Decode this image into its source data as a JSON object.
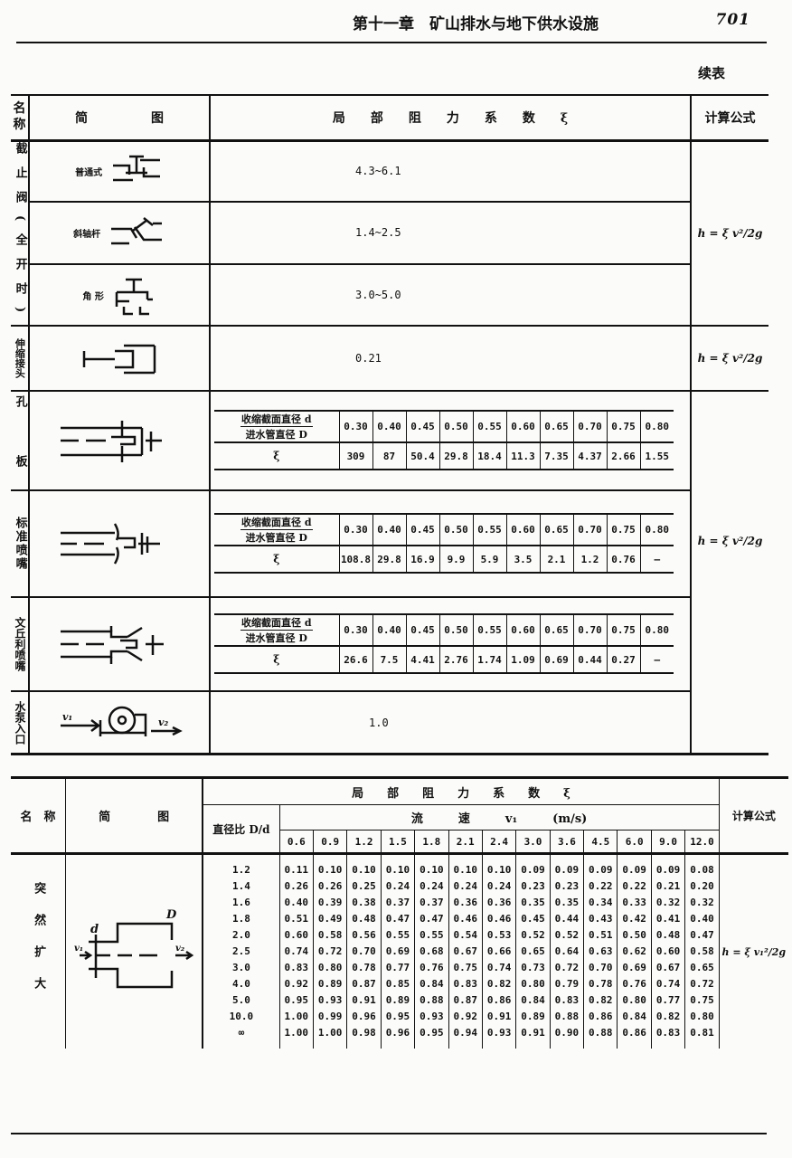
{
  "header": {
    "chapter": "第十一章　矿山排水与地下供水设施",
    "page_number": "701"
  },
  "continued": "续表",
  "table1": {
    "headers": {
      "name": "名称",
      "diagram": "简　　　　　图",
      "coef": "局　　部　　阻　　力　　系　　数　　ξ",
      "formula": "计算公式"
    },
    "groups": [
      {
        "name": "截止阀(全开时)",
        "rows": [
          {
            "label": "普通式",
            "icon": "globe-valve-icon",
            "coef": "4.3~6.1"
          },
          {
            "label": "斜轴杆",
            "icon": "oblique-valve-icon",
            "coef": "1.4~2.5"
          },
          {
            "label": "角 形",
            "icon": "angle-valve-icon",
            "coef": "3.0~5.0"
          }
        ],
        "formula": "h = ξ v²/2g"
      },
      {
        "name": "伸缩接头",
        "rows": [
          {
            "label": "",
            "icon": "expansion-joint-icon",
            "coef": "0.21"
          }
        ],
        "formula": "h = ξ v²/2g"
      }
    ],
    "ratio_label_num": "收缩截面直径 d",
    "ratio_label_den": "进水管直径 D",
    "xi_label": "ξ",
    "ratios": [
      "0.30",
      "0.40",
      "0.45",
      "0.50",
      "0.55",
      "0.60",
      "0.65",
      "0.70",
      "0.75",
      "0.80"
    ],
    "orifice": {
      "name": "孔　板",
      "icon": "orifice-plate-icon",
      "xi": [
        "309",
        "87",
        "50.4",
        "29.8",
        "18.4",
        "11.3",
        "7.35",
        "4.37",
        "2.66",
        "1.55"
      ]
    },
    "nozzle": {
      "name": "标准喷嘴",
      "icon": "standard-nozzle-icon",
      "xi": [
        "108.8",
        "29.8",
        "16.9",
        "9.9",
        "5.9",
        "3.5",
        "2.1",
        "1.2",
        "0.76",
        "—"
      ]
    },
    "venturi": {
      "name": "文丘利喷嘴",
      "icon": "venturi-nozzle-icon",
      "xi": [
        "26.6",
        "7.5",
        "4.41",
        "2.76",
        "1.74",
        "1.09",
        "0.69",
        "0.44",
        "0.27",
        "—"
      ]
    },
    "pump": {
      "name": "水泵入口",
      "icon": "pump-inlet-icon",
      "v1": "v₁",
      "v2": "v₂",
      "coef": "1.0"
    },
    "orifice_group_formula": "h = ξ v²/2g"
  },
  "table2": {
    "headers": {
      "name": "名　称",
      "diagram": "简　　　　图",
      "coef": "局　　部　　阻　　力　　系　　数　　ξ",
      "ratio": "直径比 D/d",
      "velocity": "流　　　速　　　v₁　　　(m/s)",
      "formula": "计算公式"
    },
    "velocities": [
      "0.6",
      "0.9",
      "1.2",
      "1.5",
      "1.8",
      "2.1",
      "2.4",
      "3.0",
      "3.6",
      "4.5",
      "6.0",
      "9.0",
      "12.0"
    ],
    "name": "突然扩大",
    "icon": "sudden-expansion-icon",
    "diagram_labels": {
      "d": "d",
      "D": "D",
      "v1": "v₁",
      "v2": "v₂"
    },
    "ratios": [
      "1.2",
      "1.4",
      "1.6",
      "1.8",
      "2.0",
      "2.5",
      "3.0",
      "4.0",
      "5.0",
      "10.0",
      "∞"
    ],
    "rows": [
      [
        "0.11",
        "0.10",
        "0.10",
        "0.10",
        "0.10",
        "0.10",
        "0.10",
        "0.09",
        "0.09",
        "0.09",
        "0.09",
        "0.09",
        "0.08"
      ],
      [
        "0.26",
        "0.26",
        "0.25",
        "0.24",
        "0.24",
        "0.24",
        "0.24",
        "0.23",
        "0.23",
        "0.22",
        "0.22",
        "0.21",
        "0.20"
      ],
      [
        "0.40",
        "0.39",
        "0.38",
        "0.37",
        "0.37",
        "0.36",
        "0.36",
        "0.35",
        "0.35",
        "0.34",
        "0.33",
        "0.32",
        "0.32"
      ],
      [
        "0.51",
        "0.49",
        "0.48",
        "0.47",
        "0.47",
        "0.46",
        "0.46",
        "0.45",
        "0.44",
        "0.43",
        "0.42",
        "0.41",
        "0.40"
      ],
      [
        "0.60",
        "0.58",
        "0.56",
        "0.55",
        "0.55",
        "0.54",
        "0.53",
        "0.52",
        "0.52",
        "0.51",
        "0.50",
        "0.48",
        "0.47"
      ],
      [
        "0.74",
        "0.72",
        "0.70",
        "0.69",
        "0.68",
        "0.67",
        "0.66",
        "0.65",
        "0.64",
        "0.63",
        "0.62",
        "0.60",
        "0.58"
      ],
      [
        "0.83",
        "0.80",
        "0.78",
        "0.77",
        "0.76",
        "0.75",
        "0.74",
        "0.73",
        "0.72",
        "0.70",
        "0.69",
        "0.67",
        "0.65"
      ],
      [
        "0.92",
        "0.89",
        "0.87",
        "0.85",
        "0.84",
        "0.83",
        "0.82",
        "0.80",
        "0.79",
        "0.78",
        "0.76",
        "0.74",
        "0.72"
      ],
      [
        "0.95",
        "0.93",
        "0.91",
        "0.89",
        "0.88",
        "0.87",
        "0.86",
        "0.84",
        "0.83",
        "0.82",
        "0.80",
        "0.77",
        "0.75"
      ],
      [
        "1.00",
        "0.99",
        "0.96",
        "0.95",
        "0.93",
        "0.92",
        "0.91",
        "0.89",
        "0.88",
        "0.86",
        "0.84",
        "0.82",
        "0.80"
      ],
      [
        "1.00",
        "1.00",
        "0.98",
        "0.96",
        "0.95",
        "0.94",
        "0.93",
        "0.91",
        "0.90",
        "0.88",
        "0.86",
        "0.83",
        "0.81"
      ]
    ],
    "formula": "h = ξ v₁²/2g"
  }
}
